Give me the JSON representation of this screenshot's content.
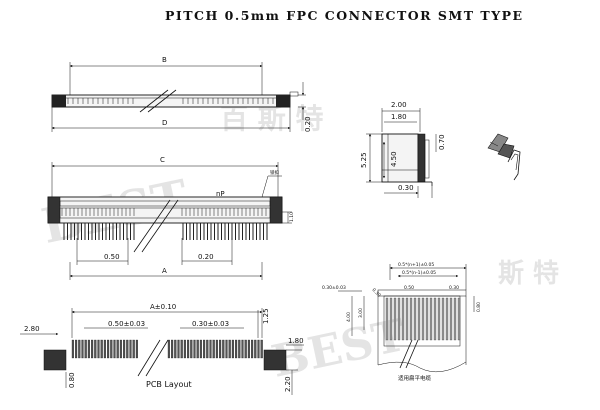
{
  "title": "PITCH 0.5mm FPC CONNECTOR SMT TYPE",
  "watermark": {
    "latin": "BEST",
    "cjk_top": "百 斯 特",
    "cjk_right": "斯 特"
  },
  "top_view": {
    "dim_b": "B",
    "dim_d": "D",
    "dim_height": "0.20"
  },
  "front_view": {
    "dim_c": "C",
    "dim_a": "A",
    "label_np": "nP",
    "label_lock": "锁扣",
    "dim_pitch": "0.50",
    "dim_gap": "0.20",
    "dim_side": "1.10"
  },
  "side_view": {
    "dim_200": "2.00",
    "dim_180": "1.80",
    "dim_525": "5.25",
    "dim_450": "4.50",
    "dim_070": "0.70",
    "dim_030": "0.30"
  },
  "fpc_view": {
    "dim_total": "0.5*(n+1)±0.05",
    "dim_inner": "0.5*(n-1)±0.05",
    "dim_030": "0.30±0.03",
    "dim_left_gap": "0.30",
    "dim_right_gap": "0.30",
    "dim_left_050": "0.50",
    "dim_height_a": "4.00",
    "dim_height_b": "3.00",
    "dim_v2": "0.80",
    "dim_300": "3.00",
    "caption": "适用扁平电缆"
  },
  "pcb_layout": {
    "caption": "PCB Layout",
    "dim_a_tol": "A±0.10",
    "dim_pitch_tol": "0.50±0.03",
    "dim_pad_tol": "0.30±0.03",
    "dim_280": "2.80",
    "dim_125": "1.25",
    "dim_180": "1.80",
    "dim_080": "0.80",
    "dim_220": "2.20"
  }
}
